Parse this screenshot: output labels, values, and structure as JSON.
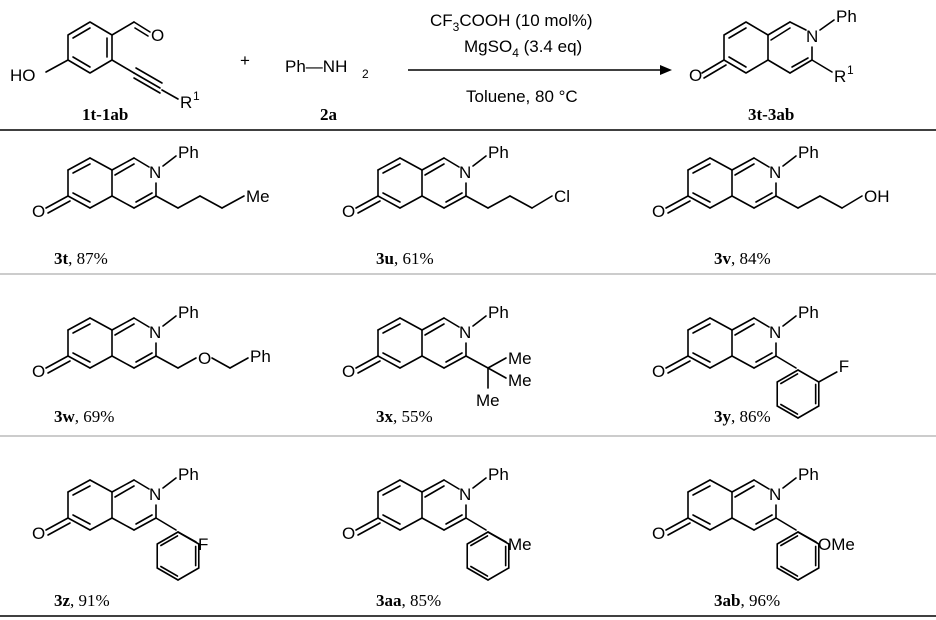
{
  "reaction": {
    "sm1_label": "1t-1ab",
    "sm1_OH": "HO",
    "sm1_O": "O",
    "sm1_R": "R",
    "sm1_R_sup": "1",
    "plus": "+",
    "sm2_formula": "Ph—NH",
    "sm2_sub": "2",
    "sm2_label": "2a",
    "cond1_pre": "CF",
    "cond1_sub": "3",
    "cond1_post": "COOH (10 mol%)",
    "cond2_pre": "MgSO",
    "cond2_sub": "4",
    "cond2_post": " (3.4 eq)",
    "cond3": "Toluene, 80 °C",
    "prod_label": "3t-3ab",
    "prod_N": "N",
    "prod_Ph": "Ph",
    "prod_O": "O",
    "prod_R": "R",
    "prod_R_sup": "1"
  },
  "atoms": {
    "N": "N",
    "Ph": "Ph",
    "O": "O"
  },
  "products": [
    {
      "id": "3t",
      "yield": ", 87%",
      "substituent_type": "butyl",
      "sub_text": "Me"
    },
    {
      "id": "3u",
      "yield": ", 61%",
      "substituent_type": "chloropropyl",
      "sub_text": "Cl"
    },
    {
      "id": "3v",
      "yield": ", 84%",
      "substituent_type": "hydroxypropyl",
      "sub_text": "OH"
    },
    {
      "id": "3w",
      "yield": ", 69%",
      "substituent_type": "benzyloxymethyl",
      "sub_text": "O",
      "sub_text2": "Ph"
    },
    {
      "id": "3x",
      "yield": ", 55%",
      "substituent_type": "tert-butyl",
      "sub_text": "Me",
      "sub_text2": "Me",
      "sub_text3": "Me"
    },
    {
      "id": "3y",
      "yield": ", 86%",
      "substituent_type": "3-fluorophenyl",
      "sub_text": "F"
    },
    {
      "id": "3z",
      "yield": ", 91%",
      "substituent_type": "4-fluorophenyl",
      "sub_text": "F"
    },
    {
      "id": "3aa",
      "yield": ", 85%",
      "substituent_type": "4-methylphenyl",
      "sub_text": "Me"
    },
    {
      "id": "3ab",
      "yield": ", 96%",
      "substituent_type": "4-methoxyphenyl",
      "sub_text": "OMe"
    }
  ]
}
